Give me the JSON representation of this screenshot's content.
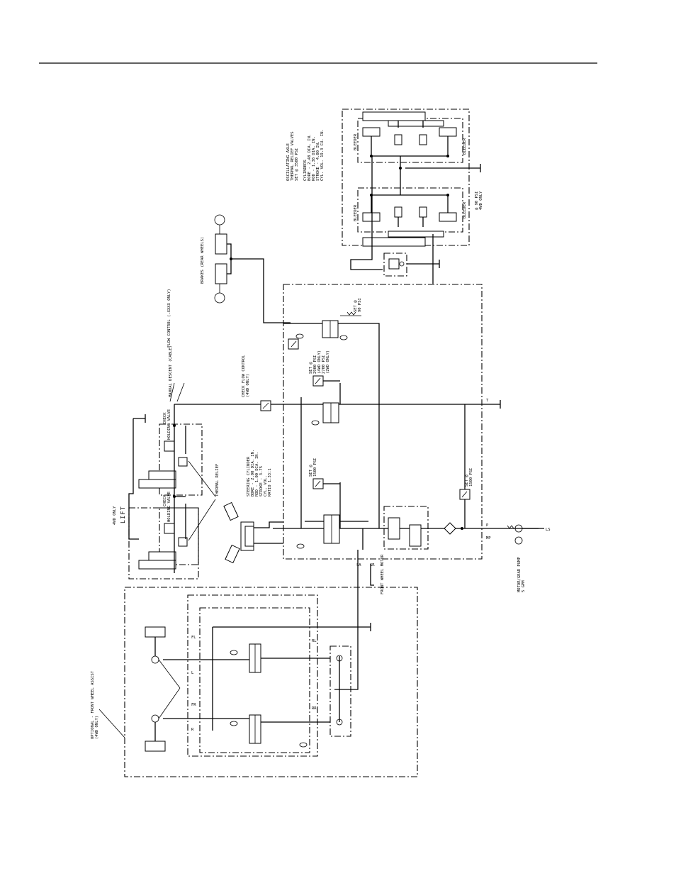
{
  "header_rule": true,
  "labels": {
    "oscillating_axle": "OSCILLATING AXLE",
    "thermal_relief_valves": "THERMAL RELIEF VALVES",
    "thermal_set": "SET @ 3500 PSI",
    "cylinders_heading": "CYLINDERS",
    "cyl_bore": "BORE - 2.48 DIA. IN.",
    "cyl_rod": "ROD - 1.38 DIA. IN.",
    "cyl_stroke": "STROKE - 4.00 IN.",
    "cyl_volume": "CYL. VOL. 19.3 CU. IN.",
    "bleeder_1": "BLEEDER",
    "bleeder_2": "BLEEDER",
    "bleeder_3": "BLEEDER",
    "bleeder_4": "BLEEDER",
    "rear_axle_note": "4WD ONLY",
    "axle_relief": "@ 90 PSI",
    "brakes": "BRAKES (REAR WHEELS)",
    "brake_relief_a": "SET @",
    "brake_relief_b": "90 PSI",
    "check_flow_control": "CHECK FLOW CONTROL",
    "check_flow_note": "(4WD ONLY)",
    "relief_main_a": "SET @",
    "relief_main_b": "2900 PSI",
    "relief_main_c": "(4WD ONLY)",
    "relief_main_d": "2700 PSI",
    "relief_main_e": "(2WD ONLY)",
    "manual_descent": "MANUAL DESCENT (CABLE)",
    "flow_control": "FLOW CONTROL (.XXXX ONLY)",
    "holding_valve_1": "HOLDING VALVE",
    "holding_check_1": "CHECK",
    "holding_valve_2": "HOLDING VALVE",
    "holding_check_2": "CHECK",
    "thermal_relief": "THERMAL RELIEF",
    "lift": "LIFT",
    "lift_note": "4WD ONLY",
    "steering_heading": "STEERING CYLINDER",
    "steer_bore": "BORE - 2.00 DIA. IN.",
    "steer_rod": "ROD - 1.00 DIA. IN.",
    "steer_stroke": "STROKE - 3.75",
    "steer_volume": "CYL. VOL.",
    "steer_ratio": "RATIO 1.33:1",
    "relief_steer_a": "SET @",
    "relief_steer_b": "1500 PSI",
    "relief_brake_a": "SET @",
    "relief_brake_b": "1500 PSI",
    "motor_pump_a": "MOTOR/GEAR PUMP",
    "motor_pump_b": "5 GPM",
    "front_wheel_assist_a": "OPTIONAL - FRONT WHEEL ASSIST",
    "front_wheel_assist_b": "(4WD ONLY)",
    "front_wheel_motor": "FRONT WHEEL MOTOR",
    "port_t": "T",
    "port_p": "P",
    "port_mp": "MP",
    "port_ls": "LS",
    "port_sa": "SA",
    "port_sr": "SR",
    "port_fl": "FL",
    "port_fr": "FR",
    "port_rl": "RL",
    "port_rr": "RR",
    "port_l": "L",
    "port_r": "R"
  }
}
